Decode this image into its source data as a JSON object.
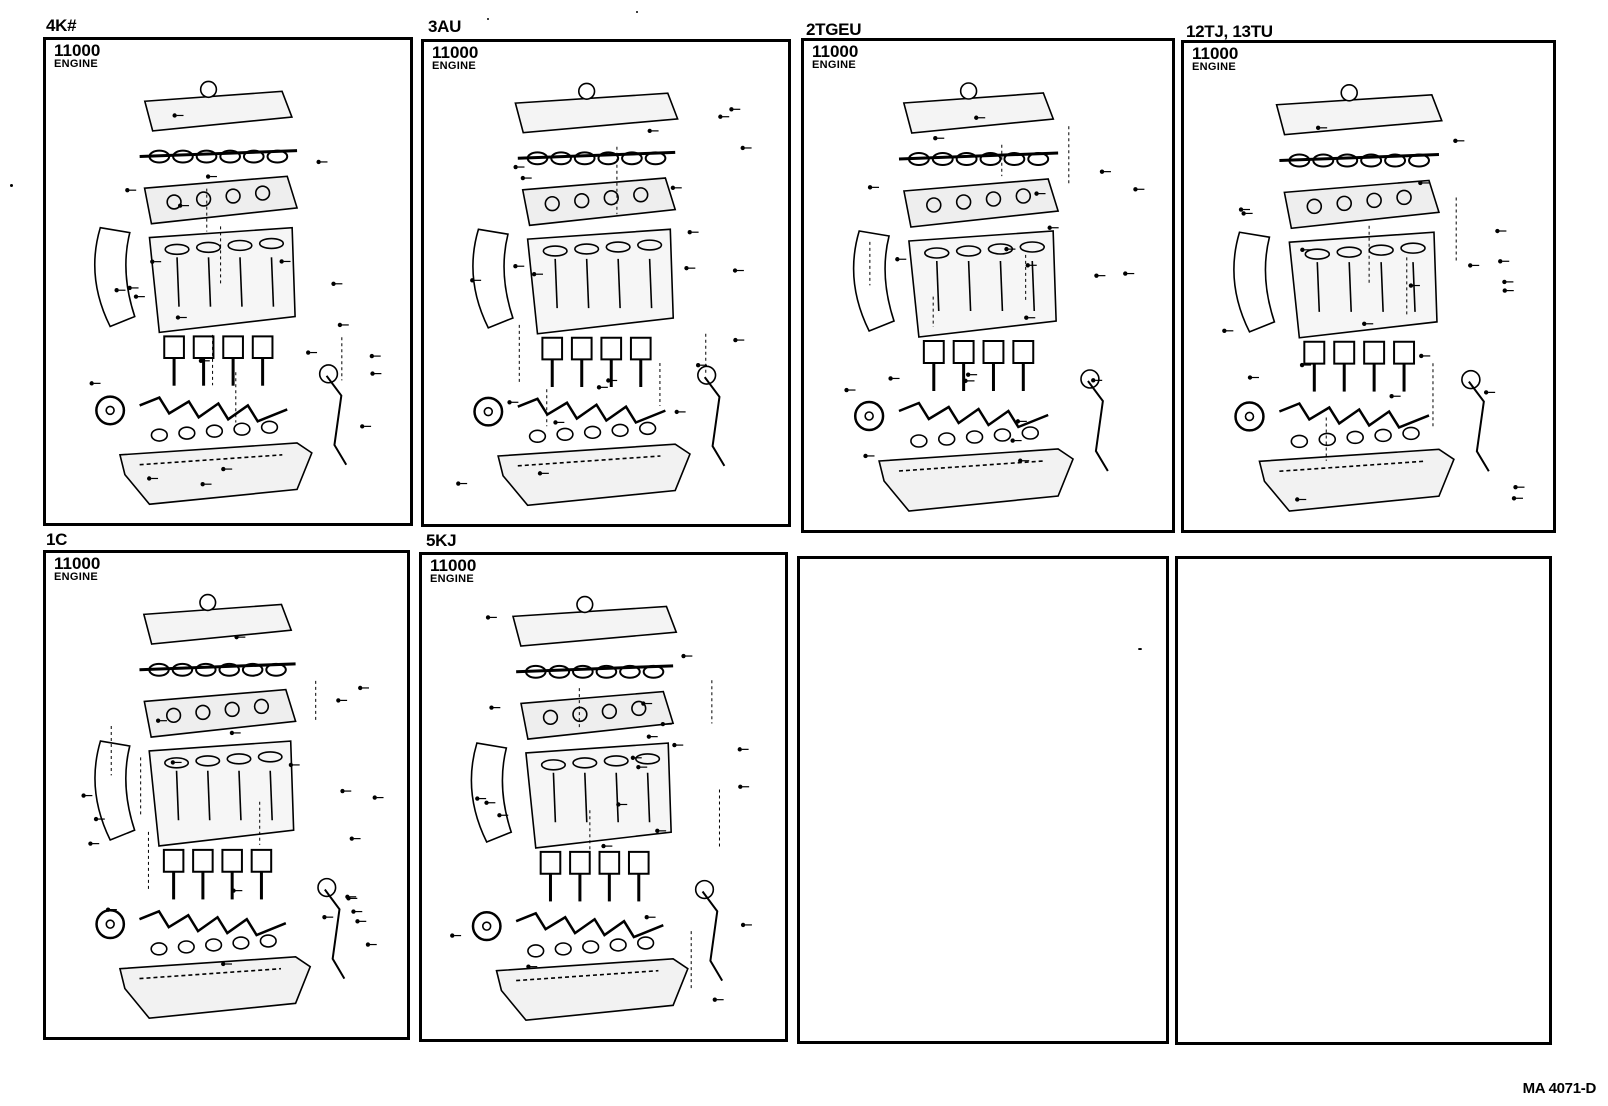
{
  "figure_reference": "MA 4071-D",
  "panels": [
    {
      "title": "4K#",
      "part_number": "11000",
      "part_name": "ENGINE"
    },
    {
      "title": "3AU",
      "part_number": "11000",
      "part_name": "ENGINE"
    },
    {
      "title": "2TGEU",
      "part_number": "11000",
      "part_name": "ENGINE"
    },
    {
      "title": "12TJ, 13TU",
      "part_number": "11000",
      "part_name": "ENGINE"
    },
    {
      "title": "1C",
      "part_number": "11000",
      "part_name": "ENGINE"
    },
    {
      "title": "5KJ",
      "part_number": "11000",
      "part_name": "ENGINE"
    },
    {
      "title": "",
      "part_number": "",
      "part_name": ""
    },
    {
      "title": "",
      "part_number": "",
      "part_name": ""
    }
  ]
}
